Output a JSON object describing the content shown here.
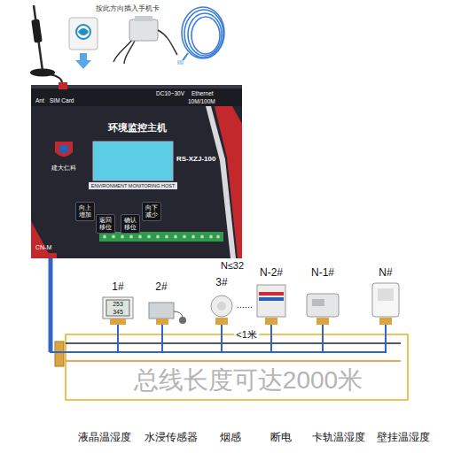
{
  "diagram": {
    "nodes": [
      {
        "text": [
          "环境监控主机",
          "Ant",
          "SIM Card",
          "DC10~30V",
          "Ethernet",
          "10M/100M",
          "建大仁科",
          "RS-XZJ-100",
          "ENVIRONMENT MONITORING HOST",
          "CN-M"
        ]
      },
      {
        "text": [
          "向上 增加"
        ],
        "in": 0
      },
      {
        "text": [
          "返回 移位"
        ],
        "in": 0
      },
      {
        "text": [
          "确认 移位"
        ],
        "in": 0
      },
      {
        "text": [
          "向下 减少"
        ],
        "in": 0
      },
      {
        "text": [
          "1#",
          "253",
          "345",
          "液晶温湿度"
        ]
      },
      {
        "text": [
          "2#",
          "水浸传感器"
        ]
      },
      {
        "text": [
          "3#",
          "烟感"
        ]
      },
      {
        "text": [
          "N-2#",
          "断电"
        ]
      },
      {
        "text": [
          "N-1#",
          "卡轨温湿度"
        ]
      },
      {
        "text": [
          "N#",
          "壁挂温湿度"
        ]
      }
    ],
    "edges": [
      {
        "from": 0,
        "to": 5,
        "arrow": "none"
      },
      {
        "from": 0,
        "to": 6,
        "arrow": "none"
      },
      {
        "from": 0,
        "to": 7,
        "arrow": "none"
      },
      {
        "from": 0,
        "to": 8,
        "arrow": "none"
      },
      {
        "from": 0,
        "to": 9,
        "arrow": "none"
      },
      {
        "from": 0,
        "to": 10,
        "arrow": "none"
      }
    ],
    "labels": [
      "按此方向插入手机卡",
      "N≤32",
      "......",
      "<1米",
      "总线长度可达2000米"
    ]
  }
}
